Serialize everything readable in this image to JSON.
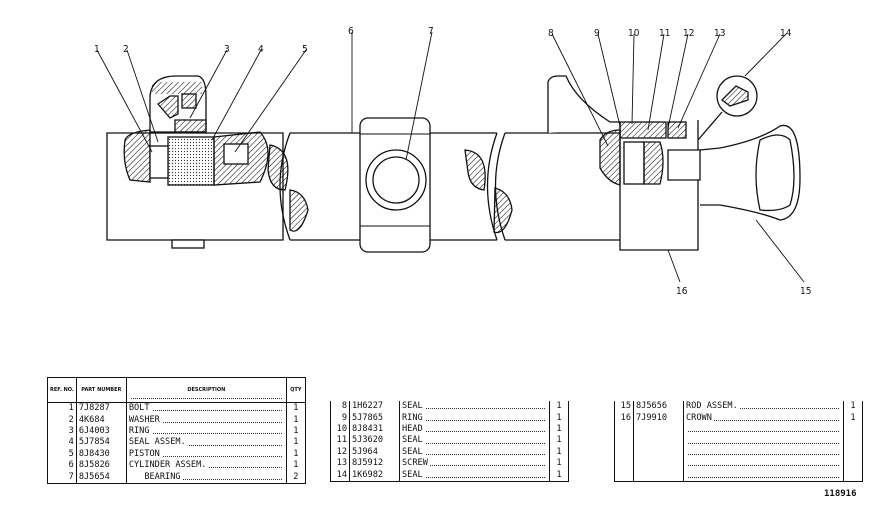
{
  "callouts": [
    "1",
    "2",
    "3",
    "4",
    "5",
    "6",
    "7",
    "8",
    "9",
    "10",
    "11",
    "12",
    "13",
    "14",
    "15",
    "16"
  ],
  "table_headers": {
    "ref": "REF. NO.",
    "part": "PART NUMBER",
    "desc": "DESCRIPTION",
    "qty": "QTY"
  },
  "parts_table_1": [
    {
      "ref": "1",
      "part": "7J8287",
      "desc": "BOLT",
      "qty": "1"
    },
    {
      "ref": "2",
      "part": "4K684",
      "desc": "WASHER",
      "qty": "1"
    },
    {
      "ref": "3",
      "part": "6J4003",
      "desc": "RING",
      "qty": "1"
    },
    {
      "ref": "4",
      "part": "5J7854",
      "desc": "SEAL ASSEM.",
      "qty": "1"
    },
    {
      "ref": "5",
      "part": "8J8430",
      "desc": "PISTON",
      "qty": "1"
    },
    {
      "ref": "6",
      "part": "8J5826",
      "desc": "CYLINDER ASSEM.",
      "qty": "1"
    },
    {
      "ref": "7",
      "part": "8J5654",
      "desc": "   BEARING",
      "qty": "2"
    }
  ],
  "parts_table_2": [
    {
      "ref": "8",
      "part": "1H6227",
      "desc": "SEAL",
      "qty": "1"
    },
    {
      "ref": "9",
      "part": "5J7865",
      "desc": "RING",
      "qty": "1"
    },
    {
      "ref": "10",
      "part": "8J8431",
      "desc": "HEAD",
      "qty": "1"
    },
    {
      "ref": "11",
      "part": "5J3620",
      "desc": "SEAL",
      "qty": "1"
    },
    {
      "ref": "12",
      "part": "5J964",
      "desc": "SEAL",
      "qty": "1"
    },
    {
      "ref": "13",
      "part": "8J5912",
      "desc": "SCREW",
      "qty": "1"
    },
    {
      "ref": "14",
      "part": "1K6982",
      "desc": "SEAL",
      "qty": "1"
    }
  ],
  "parts_table_3": [
    {
      "ref": "15",
      "part": "8J5656",
      "desc": "ROD ASSEM.",
      "qty": "1"
    },
    {
      "ref": "16",
      "part": "7J9910",
      "desc": "CROWN",
      "qty": "1"
    }
  ],
  "drawing_number": "118916"
}
